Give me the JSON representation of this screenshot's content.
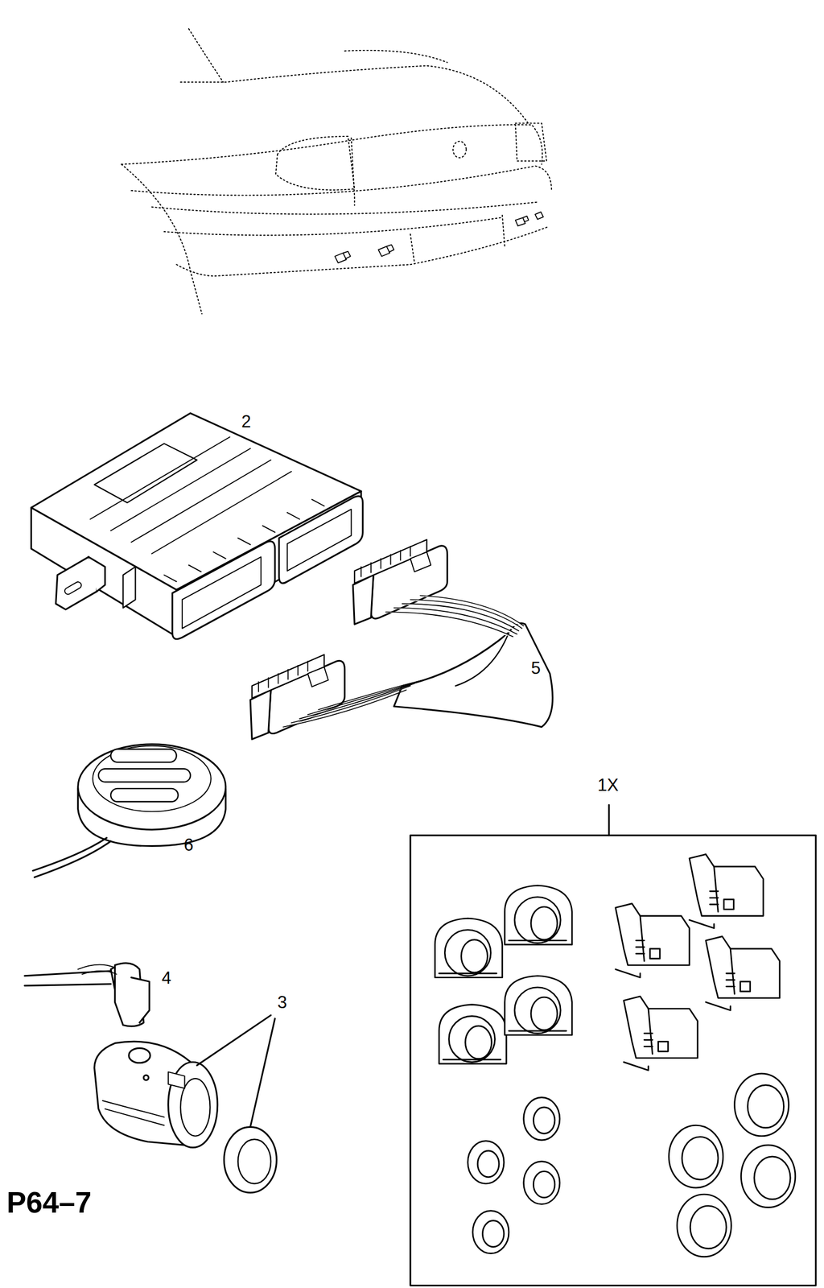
{
  "diagram": {
    "labels": [
      "2",
      "5",
      "6",
      "1X",
      "4",
      "3",
      "P64–7"
    ]
  }
}
